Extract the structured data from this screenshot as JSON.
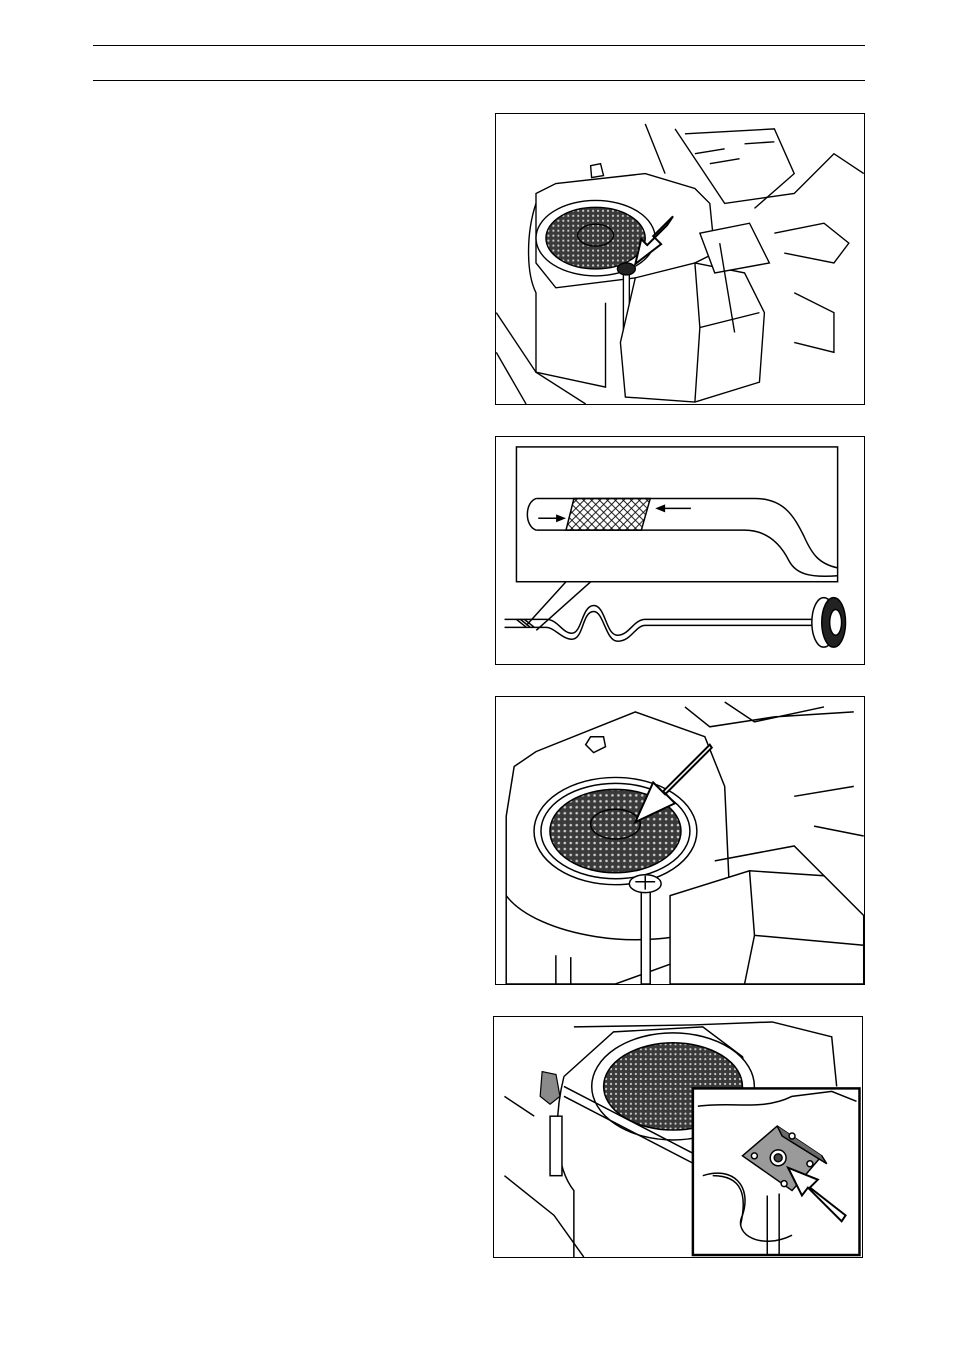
{
  "page": {
    "header_rules": 2,
    "figures": [
      {
        "id": "fig1",
        "subject": "dipstick-location-arrow"
      },
      {
        "id": "fig2",
        "subject": "dipstick-level-marks"
      },
      {
        "id": "fig3",
        "subject": "oil-filler-arrow"
      },
      {
        "id": "fig4",
        "subject": "drain-plug-detail"
      }
    ]
  },
  "colors": {
    "line": "#000000",
    "mesh": "#3a3a3a",
    "background": "#ffffff",
    "panel": "#f2f2f2"
  }
}
